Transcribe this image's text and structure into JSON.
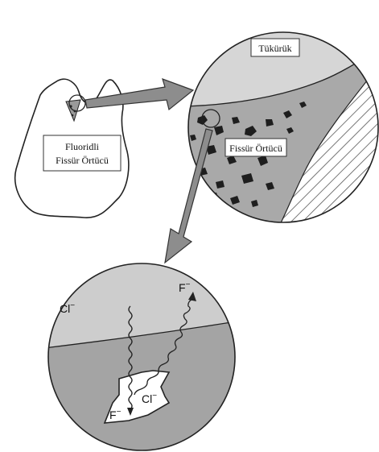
{
  "tooth": {
    "label_line1": "Fluoridli",
    "label_line2": "Fissür Örtücü"
  },
  "upper_circle": {
    "saliva_label": "Tükürük",
    "sealant_label": "Fissür Örtücü"
  },
  "lower_circle": {
    "ion_cl_top": "Cl",
    "ion_f_top": "F",
    "ion_cl_particle": "Cl",
    "ion_f_particle": "F",
    "sup_minus": "−"
  }
}
